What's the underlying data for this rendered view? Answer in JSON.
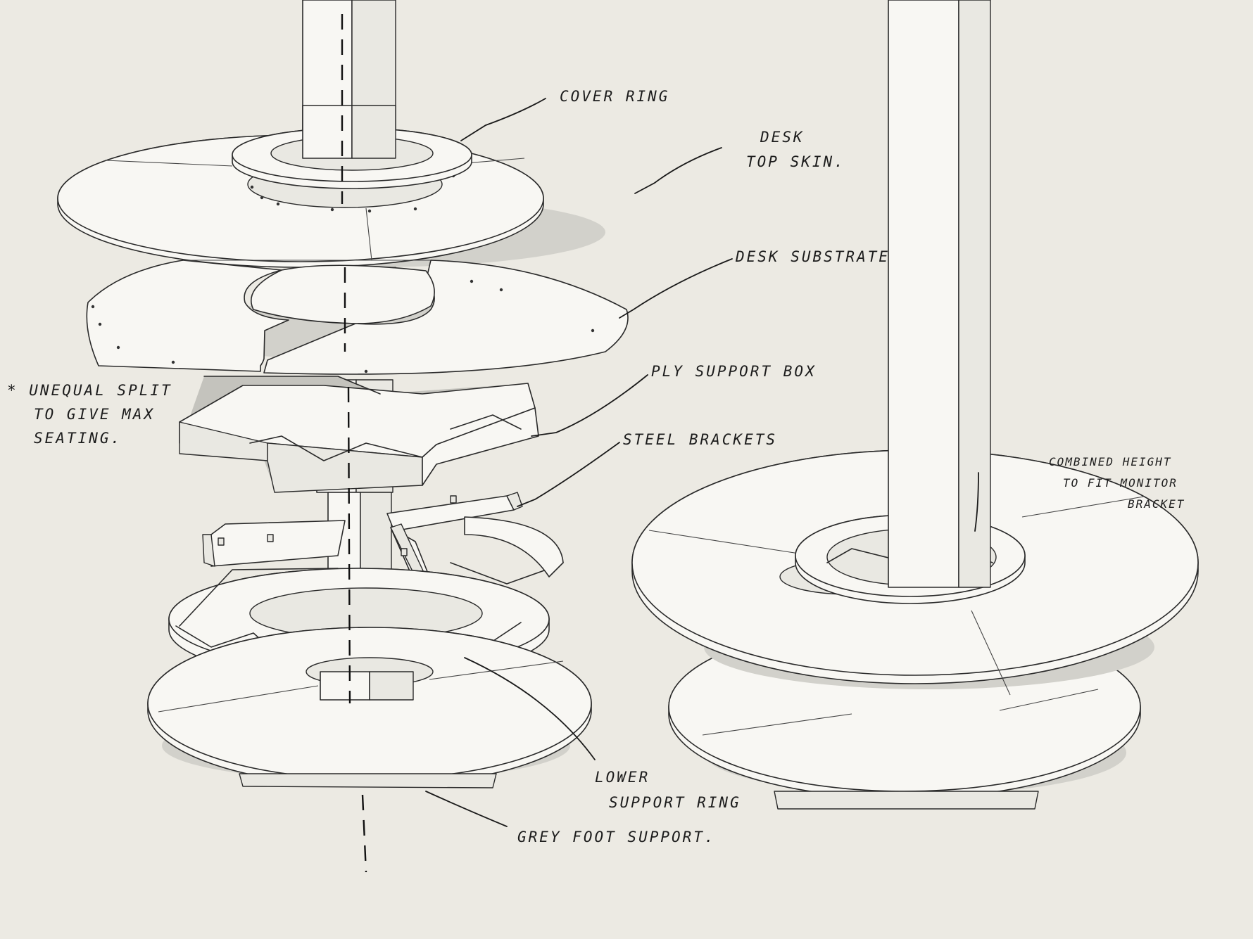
{
  "annotations": {
    "cover_ring": "COVER RING",
    "desk_top_skin_1": "DESK",
    "desk_top_skin_2": "TOP SKIN.",
    "desk_substrate": "DESK SUBSTRATE",
    "unequal_split_1": "* UNEQUAL SPLIT",
    "unequal_split_2": "TO GIVE MAX",
    "unequal_split_3": "SEATING.",
    "ply_support_box": "PLY SUPPORT BOX",
    "steel_brackets": "STEEL BRACKETS",
    "combined_height_1": "COMBINED HEIGHT",
    "combined_height_2": "TO FIT MONITOR",
    "combined_height_3": "BRACKET",
    "lower_support_ring_1": "LOWER",
    "lower_support_ring_2": "SUPPORT RING",
    "grey_foot_support": "GREY FOOT SUPPORT."
  },
  "colors": {
    "paper": "#eceae3",
    "ink": "#1c1c1c",
    "shadow": "#d2d1cb"
  }
}
